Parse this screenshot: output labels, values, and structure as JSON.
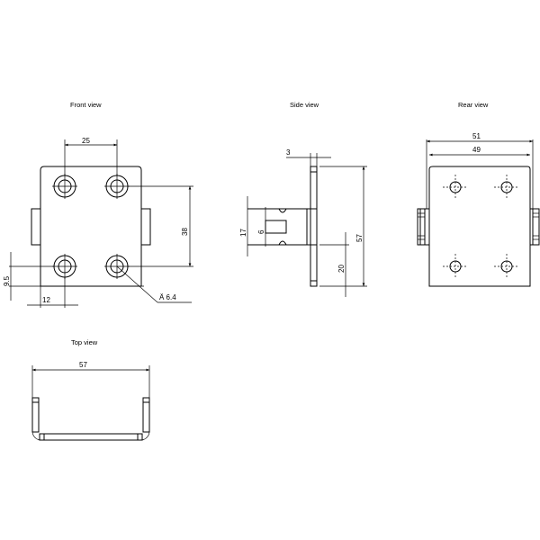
{
  "views": {
    "front": {
      "title": "Front view",
      "dims": {
        "hole_spacing_h": "25",
        "hole_spacing_v": "38",
        "edge_to_hole_v": "9.5",
        "edge_to_hole_h": "12",
        "hole_diameter": "Ä 6.4"
      }
    },
    "side": {
      "title": "Side view",
      "dims": {
        "plate_thickness": "3",
        "stem_height": "17",
        "slot_height": "6",
        "overall_height": "57",
        "bottom_offset": "20"
      }
    },
    "rear": {
      "title": "Rear view",
      "dims": {
        "outer_width": "51",
        "inner_width": "49"
      }
    },
    "top": {
      "title": "Top view",
      "dims": {
        "overall_width": "57"
      }
    }
  },
  "colors": {
    "line": "#000000",
    "background": "#ffffff"
  }
}
